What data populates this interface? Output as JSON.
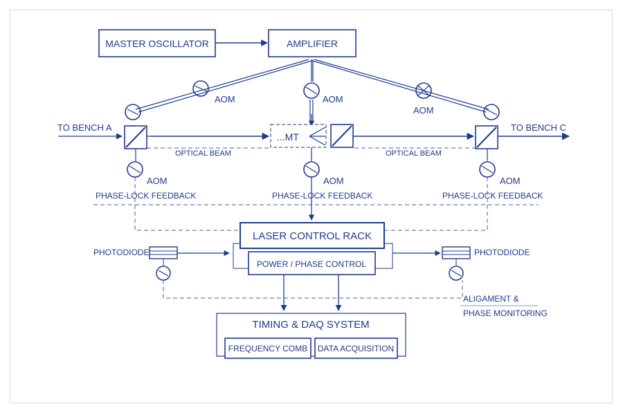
{
  "diagram": {
    "master_oscillator": "MASTER OSCILLATOR",
    "amplifier": "AMPLIFIER",
    "aom_label": "AOM",
    "to_bench_a": "TO BENCH A",
    "to_bench_c": "TO BENCH C",
    "mt_label": "...MT",
    "optical_beam": "OPTICAL BEAM",
    "phase_lock_feedback": "PHASE-LOCK FEEDBACK",
    "laser_control_rack": "LASER CONTROL RACK",
    "power_phase_control": "POWER / PHASE CONTROL",
    "photodiode": "PHOTODIODE",
    "alignment_line1": "ALIGAMENT &",
    "alignment_line2": "PHASE MONITORING",
    "timing_daq": "TIMING & DAQ SYSTEM",
    "frequency_comb": "FREQUENCY COMB",
    "data_acquisition": "DATA ACQUISITION",
    "ink_color": "#1f3a8a"
  }
}
